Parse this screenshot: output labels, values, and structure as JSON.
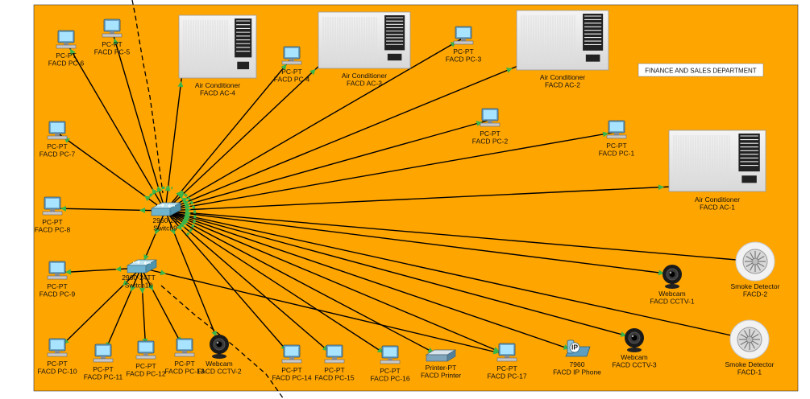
{
  "area": {
    "background": "#FFA500",
    "title": "FINANCE AND SALES DEPARTMENT"
  },
  "colors": {
    "link": "#000000",
    "port": "#39b54a",
    "boundary": "#000000"
  },
  "switches": [
    {
      "id": "sw1",
      "type": "2960-24TT",
      "name": "Switch9",
      "type_visible": "2960-24",
      "icon": "switch-icon"
    },
    {
      "id": "sw2",
      "type": "2960-24TT",
      "name": "Switch10",
      "icon": "switch-icon"
    }
  ],
  "devices": [
    {
      "id": "pc6",
      "type": "PC-PT",
      "name": "FACD PC-6",
      "icon": "pc-icon"
    },
    {
      "id": "pc5",
      "type": "PC-PT",
      "name": "FACD PC-5",
      "icon": "pc-icon"
    },
    {
      "id": "ac4",
      "type": "Air Conditioner",
      "name": "FACD AC-4",
      "icon": "air-conditioner-icon"
    },
    {
      "id": "pc4",
      "type": "PC-PT",
      "name": "FACD PC-4",
      "icon": "pc-icon"
    },
    {
      "id": "ac3",
      "type": "Air Conditioner",
      "name": "FACD AC-3",
      "icon": "air-conditioner-icon"
    },
    {
      "id": "pc3",
      "type": "PC-PT",
      "name": "FACD PC-3",
      "icon": "pc-icon"
    },
    {
      "id": "ac2",
      "type": "Air Conditioner",
      "name": "FACD AC-2",
      "icon": "air-conditioner-icon"
    },
    {
      "id": "pc7",
      "type": "PC-PT",
      "name": "FACD PC-7",
      "icon": "pc-icon"
    },
    {
      "id": "pc2",
      "type": "PC-PT",
      "name": "FACD PC-2",
      "icon": "pc-icon"
    },
    {
      "id": "pc1",
      "type": "PC-PT",
      "name": "FACD PC-1",
      "icon": "pc-icon"
    },
    {
      "id": "ac1",
      "type": "Air Conditioner",
      "name": "FACD AC-1",
      "icon": "air-conditioner-icon"
    },
    {
      "id": "pc8",
      "type": "PC-PT",
      "name": "FACD PC-8",
      "icon": "pc-icon"
    },
    {
      "id": "sd2",
      "type": "Smoke Detector",
      "name": "FACD-2",
      "icon": "smoke-detector-icon"
    },
    {
      "id": "cctv1",
      "type": "Webcam",
      "name": "FACD CCTV-1",
      "icon": "webcam-icon"
    },
    {
      "id": "pc9",
      "type": "PC-PT",
      "name": "FACD PC-9",
      "icon": "pc-icon"
    },
    {
      "id": "pc10",
      "type": "PC-PT",
      "name": "FACD PC-10",
      "icon": "pc-icon"
    },
    {
      "id": "pc11",
      "type": "PC-PT",
      "name": "FACD PC-11",
      "icon": "pc-icon"
    },
    {
      "id": "pc12",
      "type": "PC-PT",
      "name": "FACD PC-12",
      "icon": "pc-icon"
    },
    {
      "id": "pc13",
      "type": "PC-PT",
      "name": "FACD PC-13",
      "icon": "pc-icon"
    },
    {
      "id": "cctv2",
      "type": "Webcam",
      "name": "FACD CCTV-2",
      "icon": "webcam-icon"
    },
    {
      "id": "pc14",
      "type": "PC-PT",
      "name": "FACD PC-14",
      "icon": "pc-icon"
    },
    {
      "id": "pc15",
      "type": "PC-PT",
      "name": "FACD PC-15",
      "icon": "pc-icon"
    },
    {
      "id": "pc16",
      "type": "PC-PT",
      "name": "FACD PC-16",
      "icon": "pc-icon"
    },
    {
      "id": "printer",
      "type": "Printer-PT",
      "name": "FACD Printer",
      "icon": "printer-icon"
    },
    {
      "id": "pc17",
      "type": "PC-PT",
      "name": "FACD PC-17",
      "icon": "pc-icon"
    },
    {
      "id": "phone",
      "type": "7960",
      "name": "FACD IP Phone",
      "icon": "ip-phone-icon",
      "badge": "IP"
    },
    {
      "id": "cctv3",
      "type": "Webcam",
      "name": "FACD CCTV-3",
      "icon": "webcam-icon"
    },
    {
      "id": "sd1",
      "type": "Smoke Detector",
      "name": "FACD-1",
      "icon": "smoke-detector-icon"
    }
  ],
  "links": [
    [
      "sw1",
      "pc6"
    ],
    [
      "sw1",
      "pc5"
    ],
    [
      "sw1",
      "ac4"
    ],
    [
      "sw1",
      "pc4"
    ],
    [
      "sw1",
      "ac3"
    ],
    [
      "sw1",
      "pc3"
    ],
    [
      "sw1",
      "ac2"
    ],
    [
      "sw1",
      "pc7"
    ],
    [
      "sw1",
      "pc2"
    ],
    [
      "sw1",
      "pc1"
    ],
    [
      "sw1",
      "ac1"
    ],
    [
      "sw1",
      "pc8"
    ],
    [
      "sw1",
      "sd2"
    ],
    [
      "sw1",
      "cctv1"
    ],
    [
      "sw1",
      "sd1"
    ],
    [
      "sw1",
      "cctv3"
    ],
    [
      "sw1",
      "phone"
    ],
    [
      "sw1",
      "pc17"
    ],
    [
      "sw1",
      "printer"
    ],
    [
      "sw1",
      "pc16"
    ],
    [
      "sw1",
      "pc15"
    ],
    [
      "sw1",
      "pc14"
    ],
    [
      "sw1",
      "cctv2"
    ],
    [
      "sw1",
      "sw2"
    ],
    [
      "sw2",
      "pc9"
    ],
    [
      "sw2",
      "pc10"
    ],
    [
      "sw2",
      "pc11"
    ],
    [
      "sw2",
      "pc12"
    ],
    [
      "sw2",
      "pc13"
    ],
    [
      "sw2",
      "pc17"
    ]
  ]
}
